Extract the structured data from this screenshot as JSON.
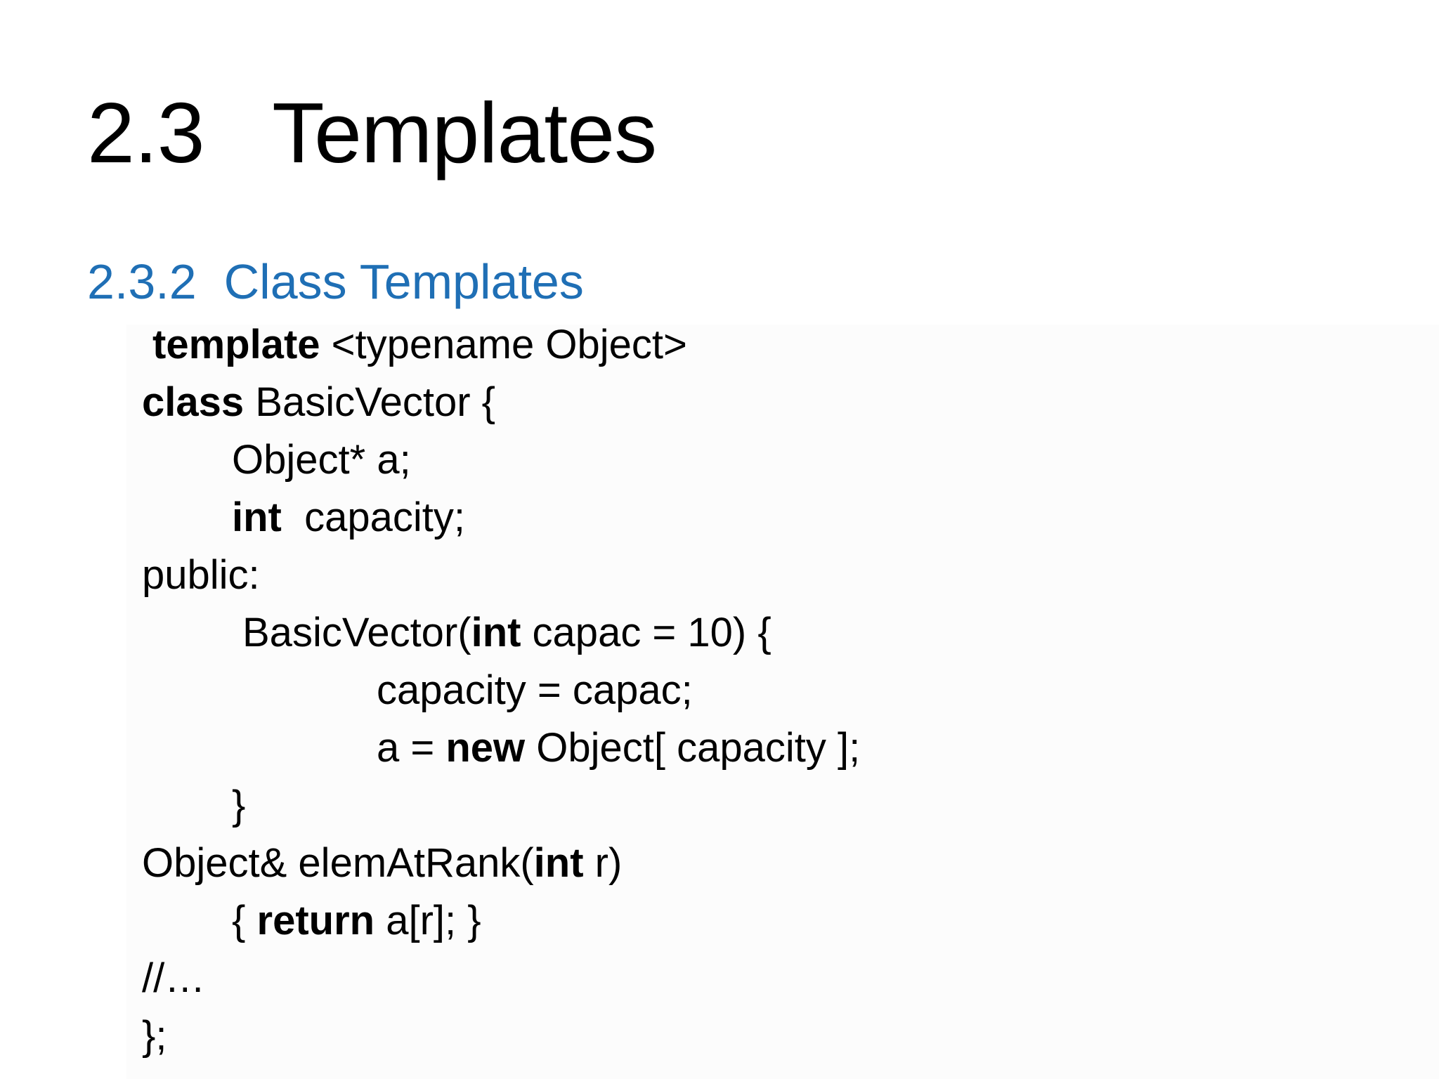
{
  "colors": {
    "title": "#000000",
    "section_heading": "#1F6FB5",
    "code_text": "#000000",
    "background": "#ffffff"
  },
  "slide": {
    "title": "2.3   Templates",
    "section_heading": "2.3.2  Class Templates"
  },
  "code": {
    "line1": {
      "kw": "template",
      "rest": " <typename Object>"
    },
    "line2": {
      "kw": "class",
      "rest": " BasicVector {"
    },
    "line3": {
      "text": "Object* a;"
    },
    "line4": {
      "kw": "int",
      "rest": "  capacity;"
    },
    "line5": {
      "text": "public:"
    },
    "line6": {
      "pre": "BasicVector(",
      "kw": "int",
      "rest": " capac = 10) {"
    },
    "line7": {
      "text": "capacity = capac;"
    },
    "line8": {
      "pre": "a = ",
      "kw": "new",
      "rest": " Object[ capacity ];"
    },
    "line9": {
      "text": "}"
    },
    "line10": {
      "pre": "Object& elemAtRank(",
      "kw": "int",
      "rest": " r)"
    },
    "line11": {
      "pre": "{ ",
      "kw": "return",
      "rest": " a[r]; }"
    },
    "line12": {
      "text": "//…"
    },
    "line13": {
      "text": "};"
    }
  }
}
